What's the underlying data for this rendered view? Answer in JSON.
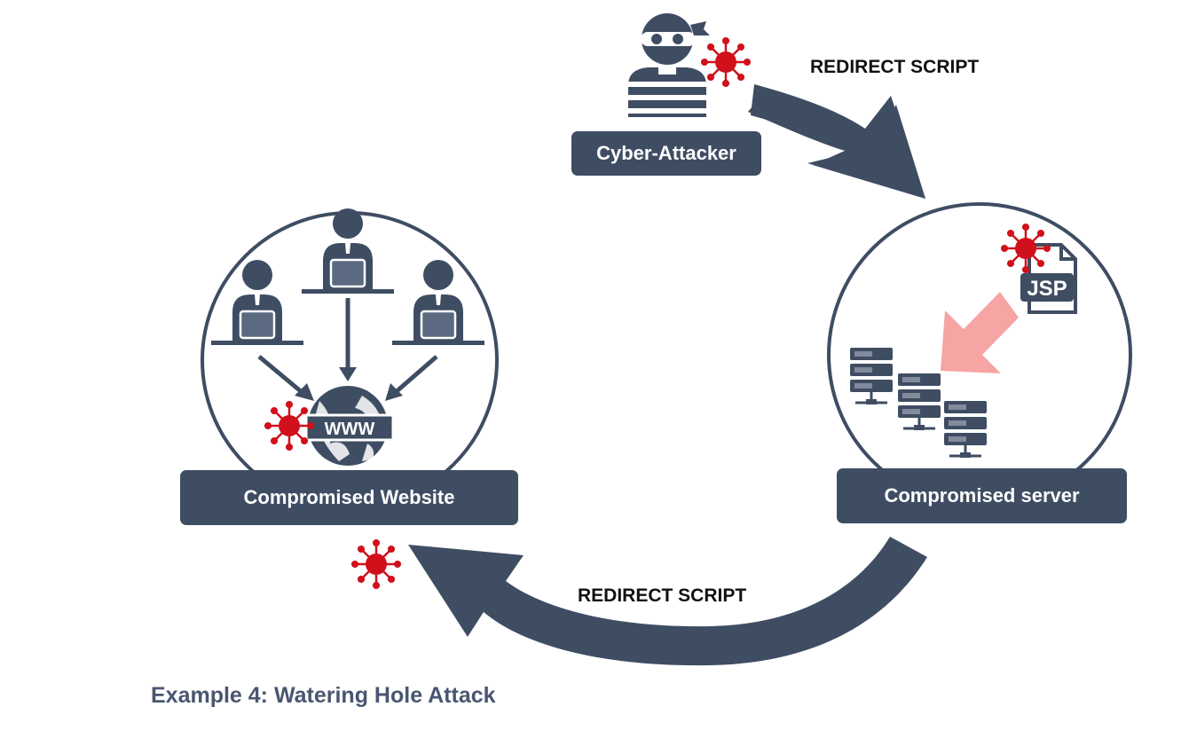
{
  "attacker": {
    "label": "Cyber-Attacker"
  },
  "server": {
    "label": "Compromised server",
    "file_badge": "JSP"
  },
  "website": {
    "label": "Compromised Website",
    "globe_badge": "WWW"
  },
  "arrows": {
    "top_label": "REDIRECT SCRIPT",
    "bottom_label": "REDIRECT SCRIPT"
  },
  "caption": "Example 4: Watering Hole Attack",
  "colors": {
    "primary": "#3f4d63",
    "virus": "#d0101a",
    "highlight_arrow": "#f7a4a4",
    "caption": "#4a5670"
  }
}
